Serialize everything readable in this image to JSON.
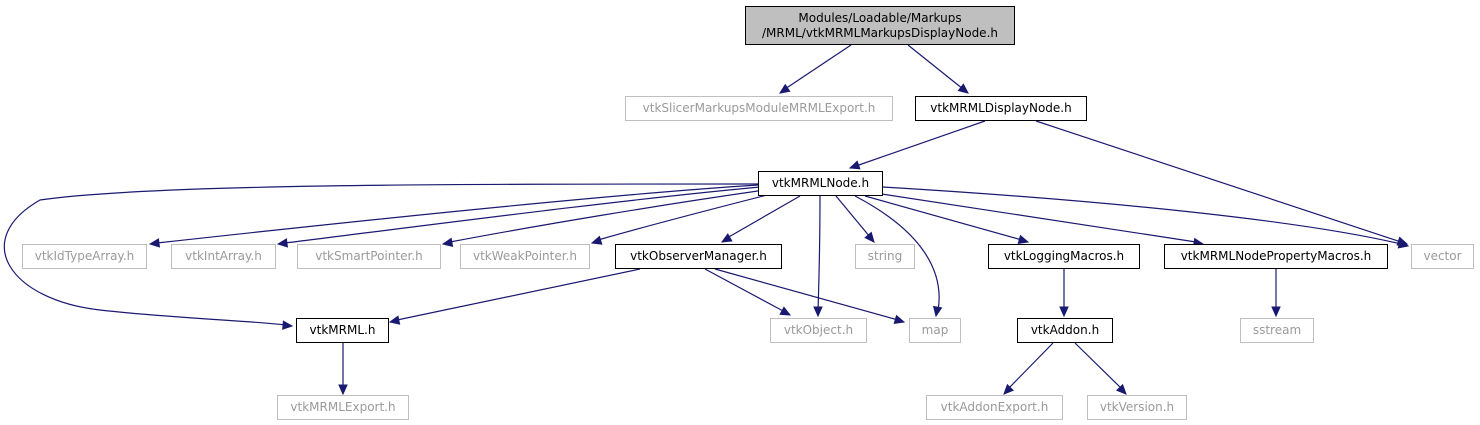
{
  "graph": {
    "edge_color": "#191970",
    "root": {
      "line1": "Modules/Loadable/Markups",
      "line2": "/MRML/vtkMRMLMarkupsDisplayNode.h",
      "fill": "#bfbfbf"
    },
    "nodes": {
      "vtkSlicerMarkupsModuleMRMLExport_h": "vtkSlicerMarkupsModuleMRMLExport.h",
      "vtkMRMLDisplayNode_h": "vtkMRMLDisplayNode.h",
      "vtkMRMLNode_h": "vtkMRMLNode.h",
      "vector": "vector",
      "vtkIdTypeArray_h": "vtkIdTypeArray.h",
      "vtkIntArray_h": "vtkIntArray.h",
      "vtkSmartPointer_h": "vtkSmartPointer.h",
      "vtkWeakPointer_h": "vtkWeakPointer.h",
      "vtkObserverManager_h": "vtkObserverManager.h",
      "string": "string",
      "vtkLoggingMacros_h": "vtkLoggingMacros.h",
      "vtkMRMLNodePropertyMacros_h": "vtkMRMLNodePropertyMacros.h",
      "vtkMRML_h": "vtkMRML.h",
      "vtkObject_h": "vtkObject.h",
      "map": "map",
      "vtkAddon_h": "vtkAddon.h",
      "sstream": "sstream",
      "vtkMRMLExport_h": "vtkMRMLExport.h",
      "vtkAddonExport_h": "vtkAddonExport.h",
      "vtkVersion_h": "vtkVersion.h"
    }
  }
}
